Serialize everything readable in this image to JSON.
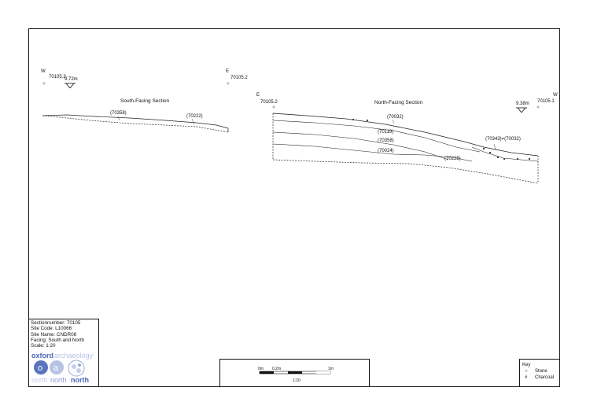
{
  "south_section": {
    "title": "South-Facing Section",
    "orientation_left": "W",
    "orientation_right": "E",
    "datum_left": "70105.3",
    "datum_right": "70105.2",
    "level": "9.72m",
    "contexts": [
      "(70358)",
      "(70222)"
    ]
  },
  "north_section": {
    "title": "North-Facing Section",
    "orientation_left": "E",
    "orientation_right": "W",
    "datum_left": "70105.2",
    "datum_right": "70105.1",
    "level": "9.38m",
    "contexts": [
      "(70032)",
      "(70119)",
      "(70358)",
      "(70024)",
      "(70225)",
      "(70343)=(70032)"
    ]
  },
  "info": {
    "section_number": "Sectionnumber: 70105",
    "site_code": "Site Code: L10066",
    "site_name": "Site Name: CNDR08",
    "facing": "Facing: South and North",
    "scale": "Scale: 1:20"
  },
  "logo": {
    "oxford": "oxford",
    "archaeology": "archaeology",
    "north_1": "north",
    "north_2": "north",
    "north_3": "north"
  },
  "scale_bar": {
    "label_start": "0m",
    "label_mid": "0.2m",
    "label_end": "1m",
    "ratio": "1:20"
  },
  "key": {
    "title": "Key",
    "items": [
      {
        "symbol": "○",
        "label": "Stone"
      },
      {
        "symbol": "#",
        "label": "Charcoal"
      }
    ]
  }
}
